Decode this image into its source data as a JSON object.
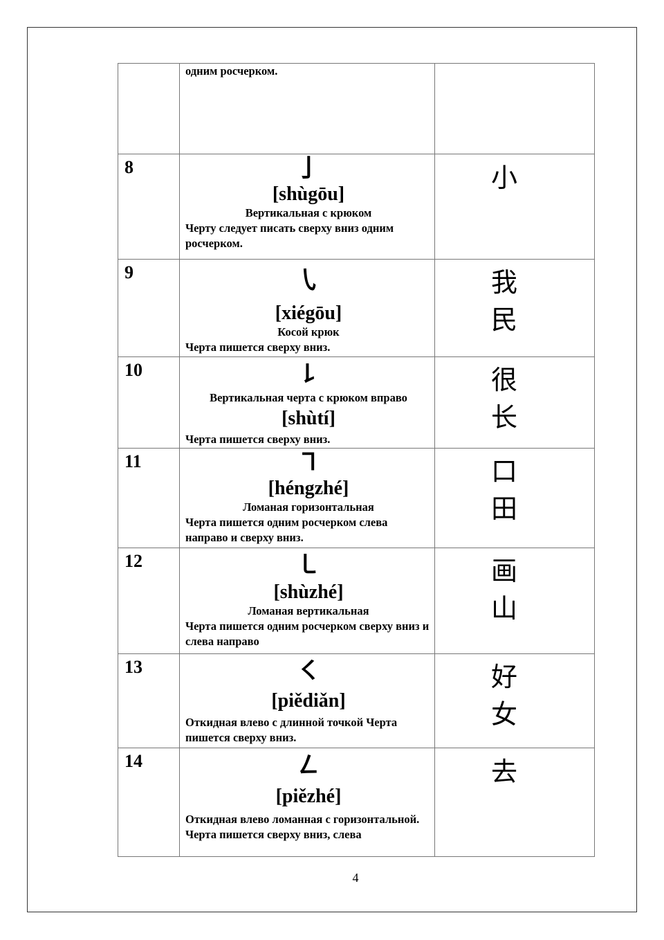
{
  "page_number": "4",
  "continuation": {
    "note": "одним росчерком."
  },
  "rows": [
    {
      "number": "8",
      "glyph": "亅",
      "pinyin": "[shùgōu]",
      "name": "Вертикальная с крюком",
      "note": "Черту следует писать сверху вниз одним росчерком.",
      "examples": [
        "小"
      ]
    },
    {
      "number": "9",
      "glyph": "㇂",
      "pinyin": "[xiégōu]",
      "name": "Косой крюк",
      "note": "Черта пишется сверху вниз.",
      "examples": [
        "我",
        "民"
      ]
    },
    {
      "number": "10",
      "glyph": "㇙",
      "name": "Вертикальная черта с крюком вправо",
      "pinyin": "[shùtí]",
      "note": "Черта пишется сверху вниз.",
      "examples": [
        "很",
        "长"
      ]
    },
    {
      "number": "11",
      "glyph": "㇕",
      "pinyin": "[héngzhé]",
      "name": "Ломаная горизонтальная",
      "note": "Черта пишется одним росчерком слева направо и сверху вниз.",
      "examples": [
        "口",
        "田"
      ]
    },
    {
      "number": "12",
      "glyph": "㇄",
      "pinyin": "[shùzhé]",
      "name": "Ломаная вертикальная",
      "note": "Черта пишется одним росчерком сверху вниз и слева направо",
      "examples": [
        "画",
        "山"
      ]
    },
    {
      "number": "13",
      "glyph": "㇛",
      "pinyin": "[piědiǎn]",
      "name": "",
      "note": "Откидная влево с длинной точкой Черта пишется сверху вниз.",
      "examples": [
        "好",
        "女"
      ]
    },
    {
      "number": "14",
      "glyph": "㇜",
      "pinyin": "[piězhé]",
      "name": "",
      "note": "Откидная влево ломанная с горизонтальной. Черта пишется сверху вниз, слева",
      "examples": [
        "去"
      ]
    }
  ]
}
